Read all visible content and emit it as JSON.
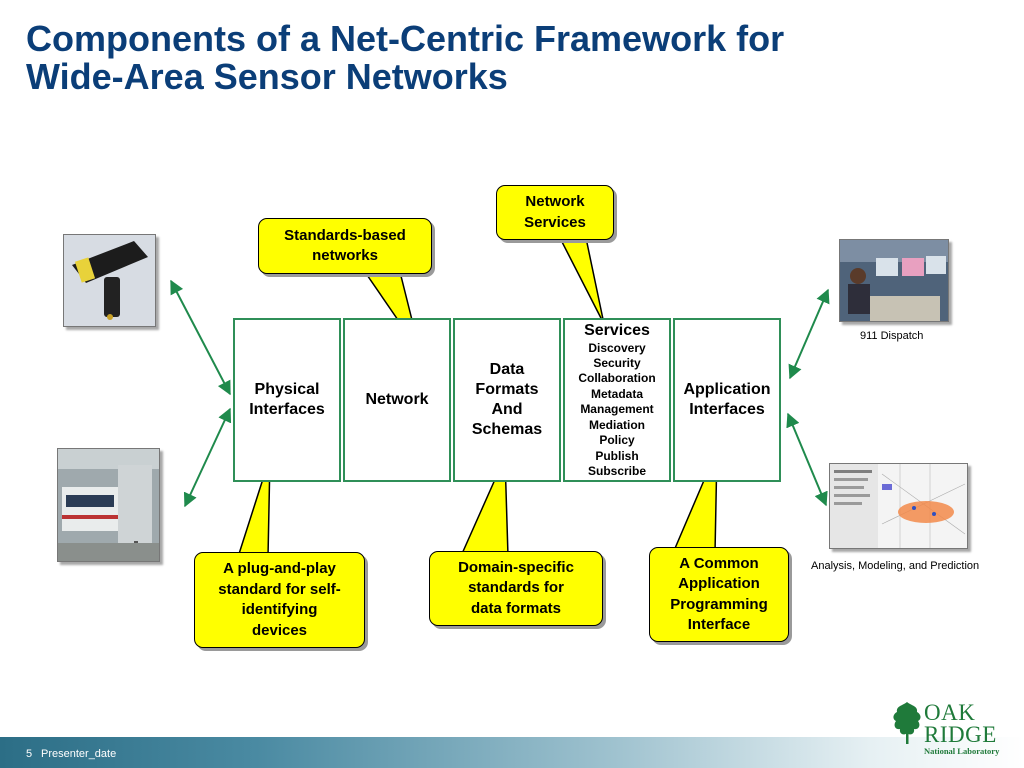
{
  "title_lines": [
    "Components of a Net-Centric Framework for",
    "Wide-Area Sensor Networks"
  ],
  "components": [
    {
      "main": "Physical\nInterfaces",
      "sub": ""
    },
    {
      "main": "Network",
      "sub": ""
    },
    {
      "main": "Data\nFormats\nAnd\nSchemas",
      "sub": ""
    },
    {
      "main": "Services",
      "sub": "Discovery\nSecurity\nCollaboration\nMetadata\nManagement\nMediation\nPolicy\nPublish\nSubscribe"
    },
    {
      "main": "Application\nInterfaces",
      "sub": ""
    }
  ],
  "callouts": {
    "network_services": "Network\nServices",
    "standards_based": "Standards-based\nnetworks",
    "plug_and_play": "A plug-and-play\nstandard for self-\nidentifying\ndevices",
    "domain_specific": "Domain-specific\nstandards for\ndata formats",
    "common_api": "A Common\nApplication\nProgramming\nInterface"
  },
  "captions": {
    "dispatch": "911 Dispatch",
    "analysis": "Analysis, Modeling, and Prediction"
  },
  "footer": {
    "slide_number": "5",
    "presenter_date": "Presenter_date"
  },
  "logo": {
    "oak": "OAK",
    "ridge": "RIDGE",
    "lab": "National Laboratory"
  },
  "colors": {
    "title": "#0b3e78",
    "callout_fill": "#ffff00",
    "box_border": "#2f8f58",
    "arrow": "#1f8a4c"
  }
}
